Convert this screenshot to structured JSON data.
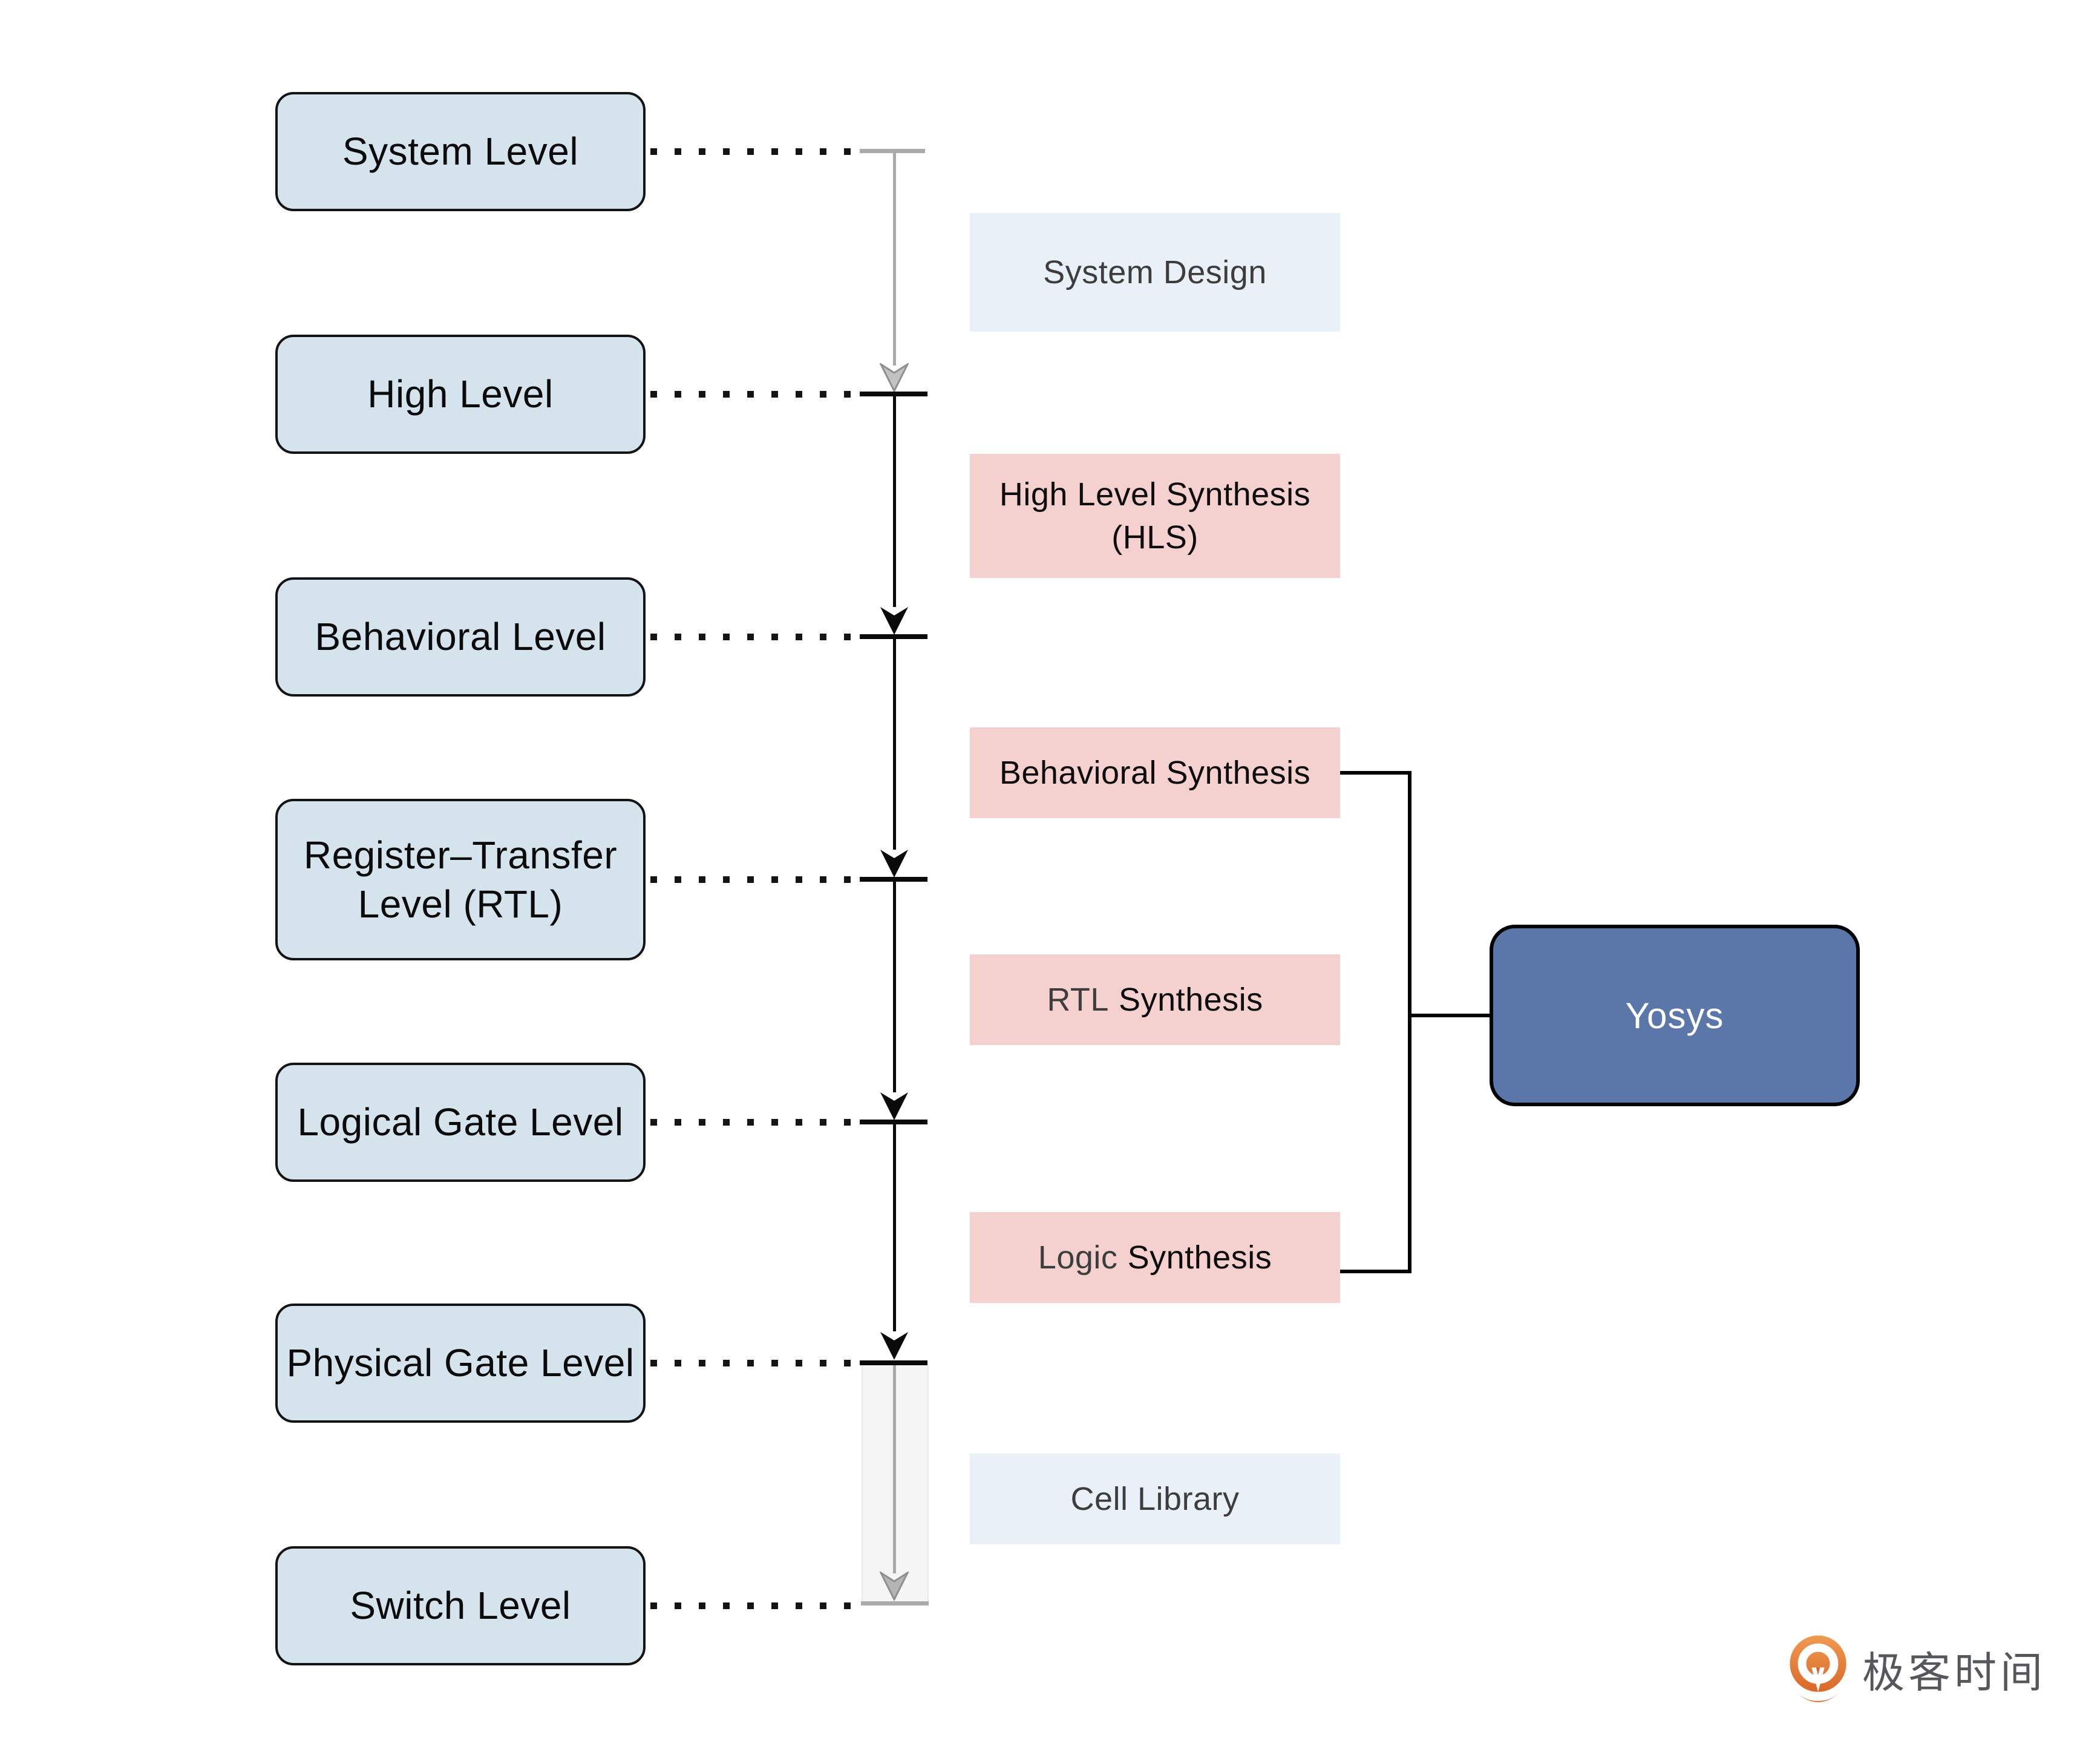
{
  "diagram": {
    "levels": [
      {
        "label": "System Level"
      },
      {
        "label": "High Level"
      },
      {
        "label": "Behavioral Level"
      },
      {
        "line1": "Register–Transfer",
        "line2": "Level (RTL)"
      },
      {
        "label": "Logical Gate Level"
      },
      {
        "label": "Physical Gate Level"
      },
      {
        "label": "Switch Level"
      }
    ],
    "stages": {
      "system_design": {
        "label": "System Design"
      },
      "hls": {
        "line1": "High Level Synthesis",
        "line2": "(HLS)"
      },
      "behavioral_synthesis": {
        "label": "Behavioral Synthesis"
      },
      "rtl_synthesis": {
        "prefix": "RTL",
        "rest": "Synthesis"
      },
      "logic_synthesis": {
        "prefix": "Logic",
        "rest": "Synthesis"
      },
      "cell_library": {
        "label": "Cell Library"
      }
    },
    "tool": {
      "label": "Yosys"
    }
  },
  "branding": {
    "logo_text": "极客时间"
  },
  "colors": {
    "level_box_fill": "#d5e3ec",
    "stage_blue_fill": "#e9f0f8",
    "stage_pink_fill": "#f4d1cf",
    "stage_gray_text": "#3d3d3d",
    "tool_fill": "#5b76a8",
    "tool_text": "#ffffff",
    "flow_black": "#0a0a0a",
    "flow_gray": "#a9a9a9",
    "band_fill": "#f5f5f6",
    "logo_orange": "#e0702f",
    "logo_text_gray": "#56575a"
  }
}
